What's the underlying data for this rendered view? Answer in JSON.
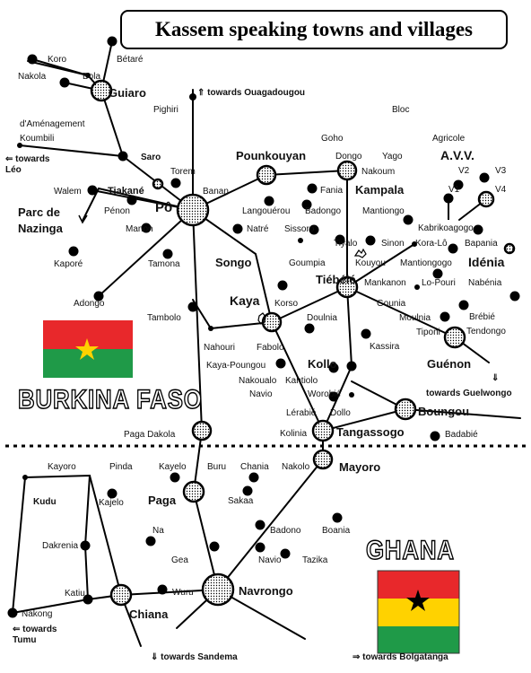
{
  "title": "Kassem speaking towns and villages",
  "countries": {
    "north": "BURKINA FASO",
    "south": "GHANA"
  },
  "colors": {
    "flag_red": "#e8282b",
    "flag_green": "#1f9a48",
    "flag_yellow": "#ffd200",
    "star_yellow": "#ffd200",
    "star_black": "#000000"
  },
  "directions": {
    "ouagadougou": "⇑ towards Ouagadougou",
    "leo": "⇐ towards\nLéo",
    "guelwongo": "towards Guelwongo",
    "guelwongo_arrow": "⇓",
    "tumu": "⇐ towards\nTumu",
    "sandema": "⇓ towards Sandema",
    "bolgatanga": "⇒ towards Bolgatanga"
  },
  "places": {
    "koro": "Koro",
    "betare": "Bétaré",
    "nakola": "Nakola",
    "bola": "Bola",
    "guiaro": "Guiaro",
    "pighiri": "Pighiri",
    "bloc": "Bloc",
    "goho": "Goho",
    "agricole": "Agricole",
    "daménagement": "d'Aménagement",
    "koumbili": "Koumbili",
    "saro": "Saro",
    "pounkouyan": "Pounkouyan",
    "dongo": "Dongo",
    "yago": "Yago",
    "avv": "A.V.V.",
    "v1": "V1",
    "v2": "V2",
    "v3": "V3",
    "v4": "V4",
    "torem": "Torem",
    "nakoum": "Nakoum",
    "walem": "Walem",
    "tiakane": "Tiakané",
    "parc": "Parc de\nNazinga",
    "penon": "Pénon",
    "po": "Pô",
    "banan": "Banan",
    "fania": "Fania",
    "kampala": "Kampala",
    "langouerou": "Langouérou",
    "badongo": "Badongo",
    "mantiongo": "Mantiongo",
    "kabrikoagogo": "Kabrikoagogo",
    "manon": "Manon",
    "natre": "Natré",
    "sissoro": "Sissoro",
    "tiyalo": "Tiyalo",
    "sinon": "Sinon",
    "koralo": "Kora-Lô",
    "bapania": "Bapania",
    "kapore": "Kaporé",
    "tamona": "Tamona",
    "songo": "Songo",
    "goumpia": "Goumpia",
    "kouyou": "Kouyou",
    "mantiongogo": "Mantiongogo",
    "idenia": "Idénia",
    "tiebele": "Tiébélé",
    "mankanon": "Mankanon",
    "lopouri": "Lo-Pouri",
    "nabenia": "Nabénia",
    "adongo": "Adongo",
    "kaya": "Kaya",
    "korso": "Korso",
    "gounia": "Gounia",
    "doulnia": "Doulnia",
    "brebie": "Brébié",
    "tambolo": "Tambolo",
    "moulnia": "Moulnia",
    "tendongo": "Tendongo",
    "tiponi": "Tiponi",
    "nahouri": "Nahouri",
    "fabolo": "Fabolo",
    "kassira": "Kassira",
    "kayapoungou": "Kaya-Poungou",
    "kollo": "Kollo",
    "guenon": "Guénon",
    "nakoualo": "Nakoualo",
    "kantiolo": "Kantiolo",
    "navio1": "Navio",
    "worobie": "Worobié",
    "lerabie": "Lérabié",
    "dollo": "Dollo",
    "boungou": "Boungou",
    "pagadakola": "Paga Dakola",
    "kolinia": "Kolinia",
    "tangassogo": "Tangassogo",
    "badabie": "Badabié",
    "kayoro": "Kayoro",
    "pinda": "Pinda",
    "kayelo": "Kayelo",
    "buru": "Buru",
    "chania": "Chania",
    "nakolo": "Nakolo",
    "mayoro": "Mayoro",
    "kudu": "Kudu",
    "kajelo": "Kajelo",
    "paga": "Paga",
    "sakaa": "Sakaa",
    "na": "Na",
    "badono": "Badono",
    "boania": "Boania",
    "dakrenia": "Dakrenia",
    "gea": "Gea",
    "navio2": "Navio",
    "tazika": "Tazika",
    "katiu": "Katiu",
    "wuru": "Wuru",
    "navrongo": "Navrongo",
    "chiana": "Chiana",
    "nakong": "Nakong"
  }
}
